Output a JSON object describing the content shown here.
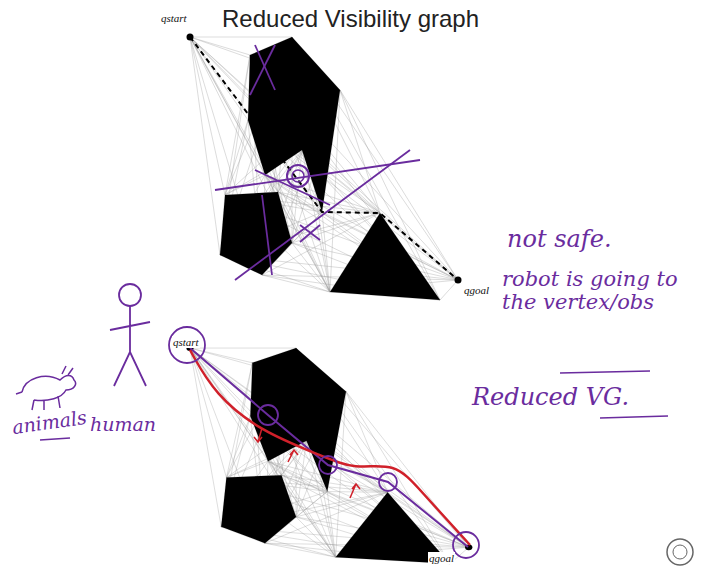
{
  "diagram": {
    "title": "Reduced Visibility graph",
    "labels": [
      "qstart",
      "qgoal",
      "qstart",
      "qgoal",
      "not safe.",
      "robot is going to the vertex/obs",
      "Reduced VG.",
      "animals",
      "human"
    ]
  }
}
